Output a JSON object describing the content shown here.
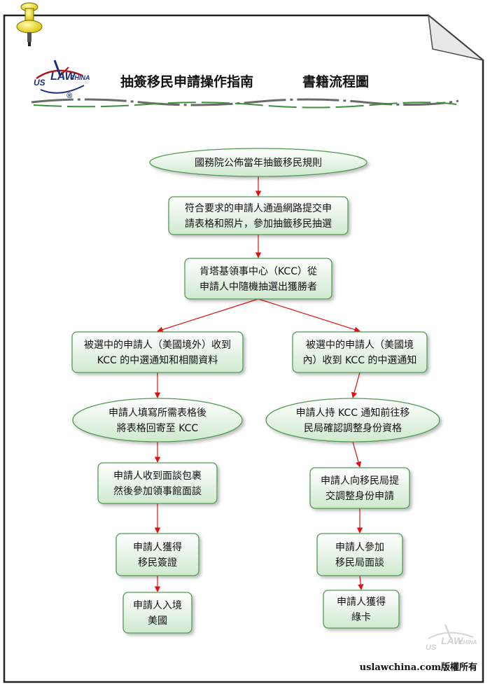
{
  "header": {
    "title": "抽簽移民申請操作指南",
    "subtitle": "書籍流程圖",
    "logo": {
      "us": "US",
      "law": "LAW",
      "china": "CHINA",
      "registered": "®"
    }
  },
  "nodes": [
    {
      "id": "n1",
      "shape": "ellipse",
      "lines": [
        "國務院公佈當年抽籤移民規則"
      ]
    },
    {
      "id": "n2",
      "shape": "rect",
      "lines": [
        "符合要求的申請人通過網路提交申",
        "請表格和照片，參加抽籤移民抽選"
      ]
    },
    {
      "id": "n3",
      "shape": "rect",
      "lines": [
        "肯塔基領事中心（KCC）從",
        "申請人中隨機抽選出獲勝者"
      ]
    },
    {
      "id": "l1",
      "shape": "rect",
      "lines": [
        "被選中的申請人（美國境外）收到",
        "KCC 的中選通知和相關資料"
      ]
    },
    {
      "id": "l2",
      "shape": "ellipse",
      "lines": [
        "申請人填寫所需表格後",
        "將表格回寄至 KCC"
      ]
    },
    {
      "id": "l3",
      "shape": "rect",
      "lines": [
        "申請人收到面談包裹",
        "然後參加領事館面談"
      ]
    },
    {
      "id": "l4",
      "shape": "rect",
      "lines": [
        "申請人獲得",
        "移民簽證"
      ]
    },
    {
      "id": "l5",
      "shape": "rect",
      "lines": [
        "申請人入境",
        "美國"
      ]
    },
    {
      "id": "r1",
      "shape": "rect",
      "lines": [
        "被選中的申請人（美國境",
        "內）收到 KCC 的中選通知"
      ]
    },
    {
      "id": "r2",
      "shape": "ellipse",
      "lines": [
        "申請人持 KCC 通知前往移",
        "民局確認調整身份資格"
      ]
    },
    {
      "id": "r3",
      "shape": "rect",
      "lines": [
        "申請人向移民局提",
        "交調整身份申請"
      ]
    },
    {
      "id": "r4",
      "shape": "rect",
      "lines": [
        "申請人參加",
        "移民局面談"
      ]
    },
    {
      "id": "r5",
      "shape": "rect",
      "lines": [
        "申請人獲得",
        "綠卡"
      ]
    }
  ],
  "edges": [
    [
      "n1",
      "n2"
    ],
    [
      "n2",
      "n3"
    ],
    [
      "n3",
      "l1"
    ],
    [
      "n3",
      "r1"
    ],
    [
      "l1",
      "l2"
    ],
    [
      "l2",
      "l3"
    ],
    [
      "l3",
      "l4"
    ],
    [
      "l4",
      "l5"
    ],
    [
      "r1",
      "r2"
    ],
    [
      "r2",
      "r3"
    ],
    [
      "r3",
      "r4"
    ],
    [
      "r4",
      "r5"
    ]
  ],
  "colors": {
    "node_fill_top": "#ffffff",
    "node_fill_bottom": "#cfe9cf",
    "node_stroke": "#4f9a52",
    "arrow": "#e01010"
  },
  "footer": {
    "copyright": "uslawchina.com版權所有"
  }
}
